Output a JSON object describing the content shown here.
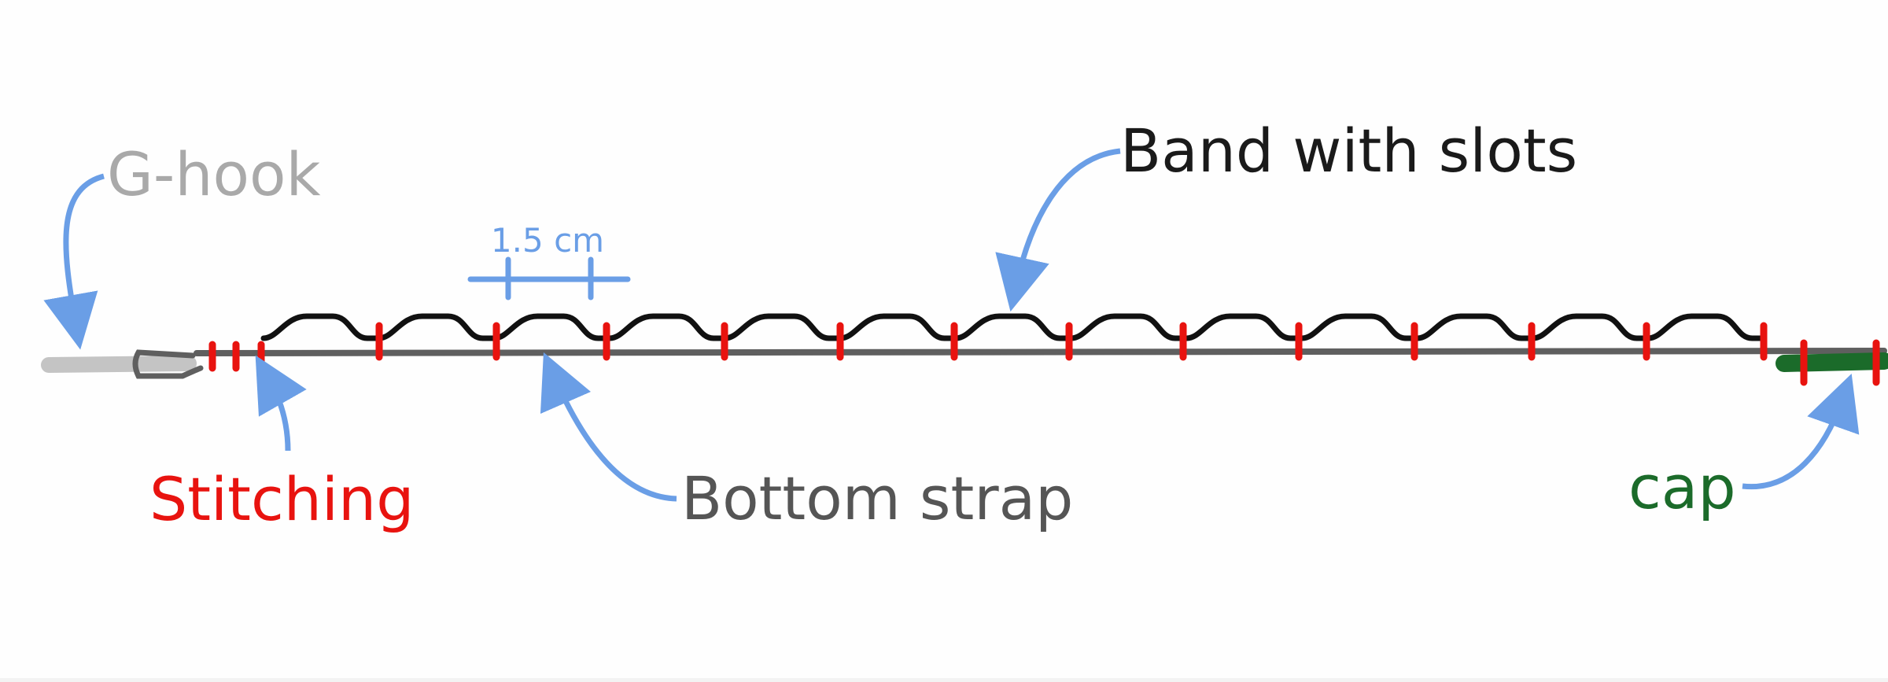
{
  "labels": {
    "g_hook": "G-hook",
    "band": "Band with slots",
    "measure": "1.5 cm",
    "stitching": "Stitching",
    "bottom_strap": "Bottom strap",
    "cap": "cap"
  },
  "colors": {
    "g_hook_text": "#a9a9a9",
    "band_text": "#1a1a1a",
    "measure": "#6a9ee6",
    "stitching": "#e8130f",
    "bottom_strap_text": "#555555",
    "cap": "#1b6b2a",
    "arrow": "#6a9ee6",
    "strap": "#5f5f5f",
    "band": "#111111",
    "hook": "#c4c4c4"
  },
  "icons": [
    "curved-arrow-icon"
  ]
}
